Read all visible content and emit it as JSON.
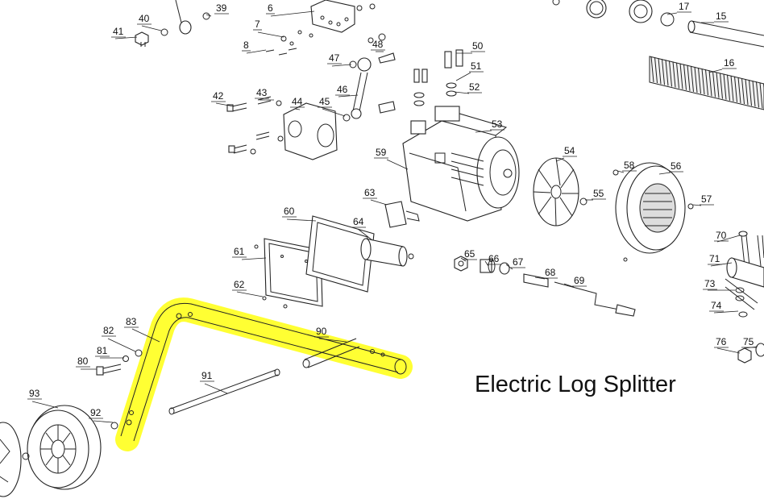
{
  "caption": "Electric Log Splitter",
  "highlight_color": "#FFFF33",
  "highlighted_part": "83",
  "callouts": [
    {
      "id": "c39",
      "text": "39"
    },
    {
      "id": "c40",
      "text": "40"
    },
    {
      "id": "c41",
      "text": "41"
    },
    {
      "id": "c6",
      "text": "6"
    },
    {
      "id": "c7",
      "text": "7"
    },
    {
      "id": "c8",
      "text": "8"
    },
    {
      "id": "c15",
      "text": "15"
    },
    {
      "id": "c16",
      "text": "16"
    },
    {
      "id": "c17",
      "text": "17"
    },
    {
      "id": "c42",
      "text": "42"
    },
    {
      "id": "c43",
      "text": "43"
    },
    {
      "id": "c44",
      "text": "44"
    },
    {
      "id": "c45",
      "text": "45"
    },
    {
      "id": "c46",
      "text": "46"
    },
    {
      "id": "c47",
      "text": "47"
    },
    {
      "id": "c48",
      "text": "48"
    },
    {
      "id": "c50",
      "text": "50"
    },
    {
      "id": "c51",
      "text": "51"
    },
    {
      "id": "c52",
      "text": "52"
    },
    {
      "id": "c53",
      "text": "53"
    },
    {
      "id": "c54",
      "text": "54"
    },
    {
      "id": "c55",
      "text": "55"
    },
    {
      "id": "c56",
      "text": "56"
    },
    {
      "id": "c57",
      "text": "57"
    },
    {
      "id": "c58",
      "text": "58"
    },
    {
      "id": "c59",
      "text": "59"
    },
    {
      "id": "c60",
      "text": "60"
    },
    {
      "id": "c61",
      "text": "61"
    },
    {
      "id": "c62",
      "text": "62"
    },
    {
      "id": "c63",
      "text": "63"
    },
    {
      "id": "c64",
      "text": "64"
    },
    {
      "id": "c65",
      "text": "65"
    },
    {
      "id": "c66",
      "text": "66"
    },
    {
      "id": "c67",
      "text": "67"
    },
    {
      "id": "c68",
      "text": "68"
    },
    {
      "id": "c69",
      "text": "69"
    },
    {
      "id": "c70",
      "text": "70"
    },
    {
      "id": "c71",
      "text": "71"
    },
    {
      "id": "c73",
      "text": "73"
    },
    {
      "id": "c74",
      "text": "74"
    },
    {
      "id": "c75",
      "text": "75"
    },
    {
      "id": "c76",
      "text": "76"
    },
    {
      "id": "c80",
      "text": "80"
    },
    {
      "id": "c81",
      "text": "81"
    },
    {
      "id": "c82",
      "text": "82"
    },
    {
      "id": "c83",
      "text": "83"
    },
    {
      "id": "c90",
      "text": "90"
    },
    {
      "id": "c91",
      "text": "91"
    },
    {
      "id": "c92",
      "text": "92"
    },
    {
      "id": "c93",
      "text": "93"
    }
  ]
}
